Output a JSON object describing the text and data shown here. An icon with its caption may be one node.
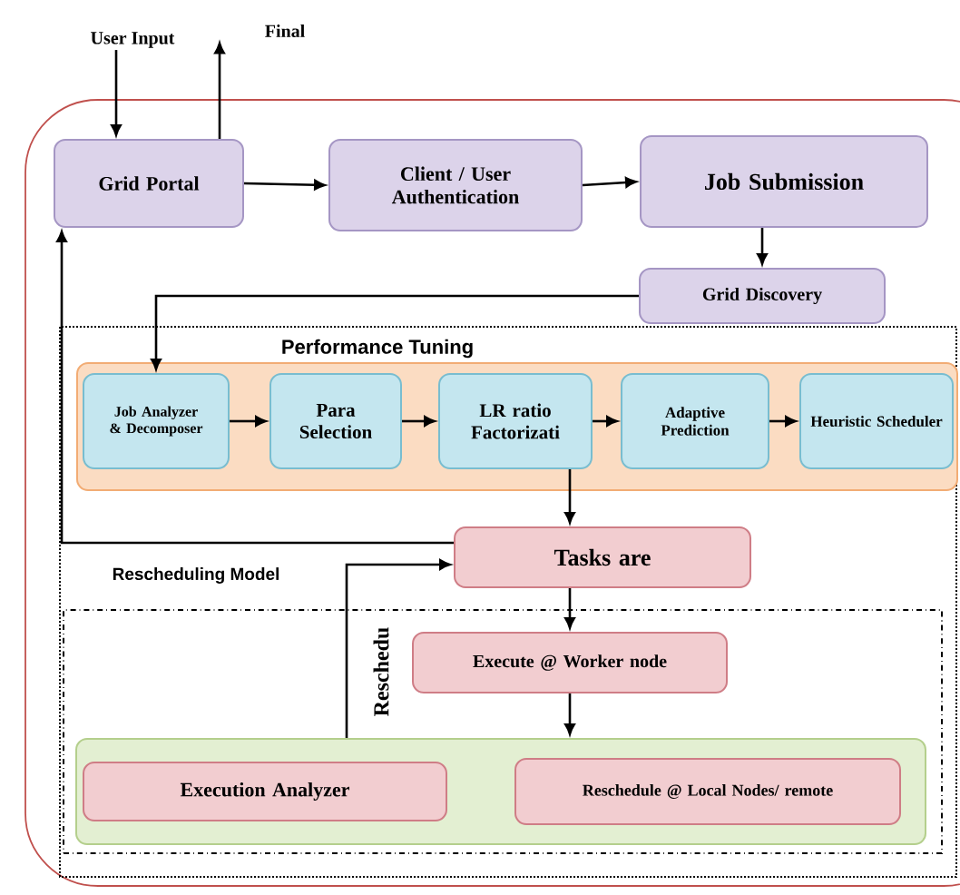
{
  "diagram": {
    "nodes": [
      {
        "text": [
          "User Input"
        ]
      },
      {
        "text": [
          "Final"
        ]
      },
      {
        "text": [
          "Grid Portal"
        ]
      },
      {
        "text": [
          "Client / User Authentication"
        ]
      },
      {
        "text": [
          "Job Submission"
        ]
      },
      {
        "text": [
          "Grid Discovery"
        ]
      },
      {
        "text": [
          "Performance Tuning"
        ]
      },
      {
        "text": [
          "Job Analyzer & Decomposer"
        ],
        "in": 6
      },
      {
        "text": [
          "Para Selection"
        ],
        "in": 6
      },
      {
        "text": [
          "LR ratio Factorizati"
        ],
        "in": 6
      },
      {
        "text": [
          "Adaptive Prediction"
        ],
        "in": 6
      },
      {
        "text": [
          "Heuristic Scheduler"
        ],
        "in": 6
      },
      {
        "text": [
          "Tasks are"
        ]
      },
      {
        "text": [
          "Rescheduling Model"
        ]
      },
      {
        "text": [
          "Execute @ Worker node"
        ],
        "in": 13
      },
      {
        "text": [],
        "shape": "box",
        "in": 13
      },
      {
        "text": [
          "Execution Analyzer"
        ],
        "in": 15
      },
      {
        "text": [
          "Reschedule @ Local Nodes/ remote"
        ],
        "in": 15
      }
    ],
    "edges": [
      {
        "from": 0,
        "to": 2,
        "arrow": "to"
      },
      {
        "from": 2,
        "to": 1,
        "arrow": "to"
      },
      {
        "from": 2,
        "to": 3,
        "arrow": "to"
      },
      {
        "from": 3,
        "to": 4,
        "arrow": "to"
      },
      {
        "from": 4,
        "to": 5,
        "arrow": "to"
      },
      {
        "from": 5,
        "to": 7,
        "arrow": "to"
      },
      {
        "from": 7,
        "to": 8,
        "arrow": "to"
      },
      {
        "from": 8,
        "to": 9,
        "arrow": "to"
      },
      {
        "from": 9,
        "to": 10,
        "arrow": "to"
      },
      {
        "from": 10,
        "to": 11,
        "arrow": "to"
      },
      {
        "from": 9,
        "to": 12,
        "arrow": "to"
      },
      {
        "from": 12,
        "to": 2,
        "arrow": "to"
      },
      {
        "from": 15,
        "to": 12,
        "arrow": "to",
        "label": "Reschedu"
      },
      {
        "from": 12,
        "to": 14,
        "arrow": "to"
      },
      {
        "from": 14,
        "to": 15,
        "arrow": "to"
      }
    ]
  }
}
